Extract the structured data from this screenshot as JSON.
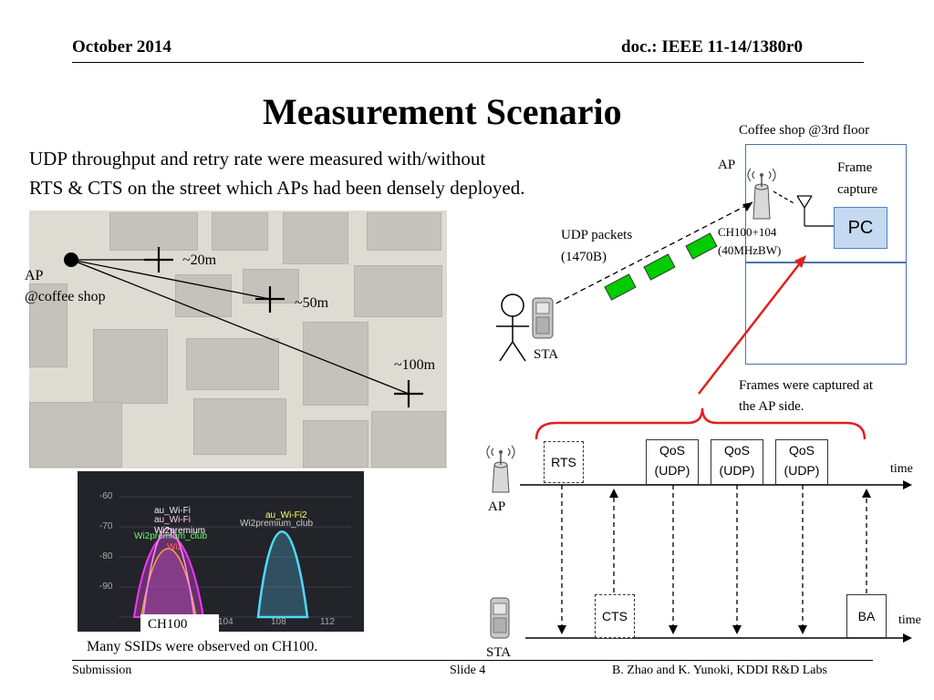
{
  "header": {
    "date": "October 2014",
    "doc": "doc.: IEEE 11-14/1380r0"
  },
  "title": "Measurement Scenario",
  "intro": {
    "line1": "UDP throughput and retry rate were measured with/without",
    "line2": "RTS & CTS on the street which APs had been densely deployed."
  },
  "map": {
    "ap_label": "AP",
    "ap_location": "@coffee shop",
    "points": [
      "~20m",
      "~50m",
      "~100m"
    ]
  },
  "topology": {
    "coffee_shop": "Coffee shop @3rd floor",
    "ap": "AP",
    "frame_capture_line1": "Frame",
    "frame_capture_line2": "capture",
    "pc": "PC",
    "udp_line1": "UDP packets",
    "udp_line2": "(1470B)",
    "ch_line1": "CH100+104",
    "ch_line2": "(40MHzBW)",
    "sta": "STA",
    "captured_line1": "Frames were captured  at",
    "captured_line2": "the AP side."
  },
  "spectrum": {
    "y_ticks": [
      "-60",
      "-70",
      "-80",
      "-90"
    ],
    "x_ticks": [
      "104",
      "108",
      "112"
    ],
    "ssids_left": [
      "au_Wi-Fi",
      "au_Wi-Fi",
      "Wi2premium",
      "Wi2premium_club",
      "Wi2"
    ],
    "ssids_right": [
      "au_Wi-Fi2",
      "Wi2premium_club"
    ],
    "ch_label": "CH100",
    "caption": "Many SSIDs were observed on CH100."
  },
  "sequence": {
    "ap": "AP",
    "sta": "STA",
    "time_top": "time",
    "time_bottom": "time",
    "rts": "RTS",
    "cts": "CTS",
    "ba": "BA",
    "qos": [
      {
        "line1": "QoS",
        "line2": "(UDP)"
      },
      {
        "line1": "QoS",
        "line2": "(UDP)"
      },
      {
        "line1": "QoS",
        "line2": "(UDP)"
      }
    ]
  },
  "footer": {
    "left": "Submission",
    "center": "Slide 4",
    "right": "B. Zhao and K. Yunoki, KDDI R&D Labs"
  },
  "colors": {
    "accent_red": "#e02020",
    "packet_green": "#00cc00",
    "pc_fill": "#c5d9f1",
    "pc_border": "#4f81bd",
    "box_border": "#4a72b0"
  }
}
